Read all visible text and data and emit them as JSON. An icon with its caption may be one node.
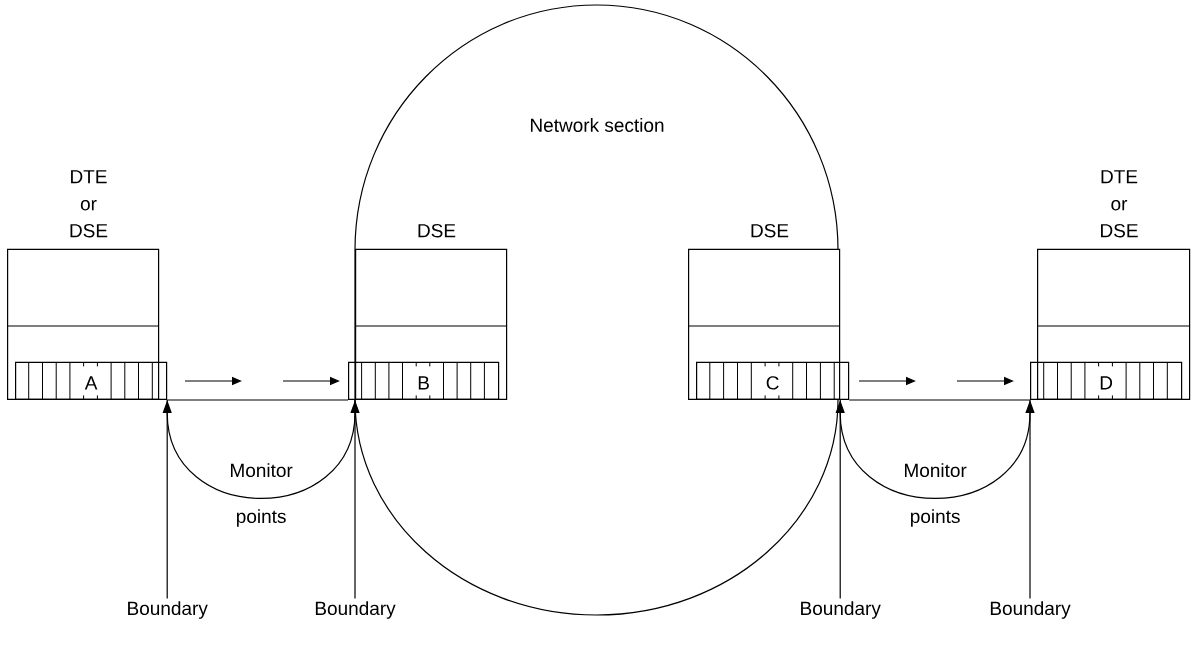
{
  "diagram": {
    "nodes": [
      {
        "text": [
          "DTE or DSE"
        ]
      },
      {
        "text": [
          "A"
        ],
        "in": 0
      },
      {
        "text": [
          "Network section"
        ]
      },
      {
        "text": [
          "DSE"
        ],
        "in": 2
      },
      {
        "text": [
          "B"
        ],
        "in": 3
      },
      {
        "text": [
          "DSE"
        ],
        "in": 2
      },
      {
        "text": [
          "C"
        ],
        "in": 5
      },
      {
        "text": [
          "DTE or DSE"
        ]
      },
      {
        "text": [
          "D"
        ],
        "in": 7
      },
      {
        "text": [
          "Boundary"
        ]
      },
      {
        "text": [
          "Boundary"
        ]
      },
      {
        "text": [
          "Boundary"
        ]
      },
      {
        "text": [
          "Boundary"
        ]
      }
    ],
    "edges": [
      {
        "from": 1,
        "to": 4,
        "arrow": "none"
      },
      {
        "from": 6,
        "to": 8,
        "arrow": "none"
      },
      {
        "from": 1,
        "to": 3,
        "arrow": "both",
        "label": "Monitor points"
      },
      {
        "from": 5,
        "to": 8,
        "arrow": "both",
        "label": "Monitor points"
      },
      {
        "from": 9,
        "to": 1,
        "arrow": "none"
      },
      {
        "from": 10,
        "to": 3,
        "arrow": "none"
      },
      {
        "from": 11,
        "to": 5,
        "arrow": "none"
      },
      {
        "from": 12,
        "to": 8,
        "arrow": "none"
      }
    ]
  }
}
